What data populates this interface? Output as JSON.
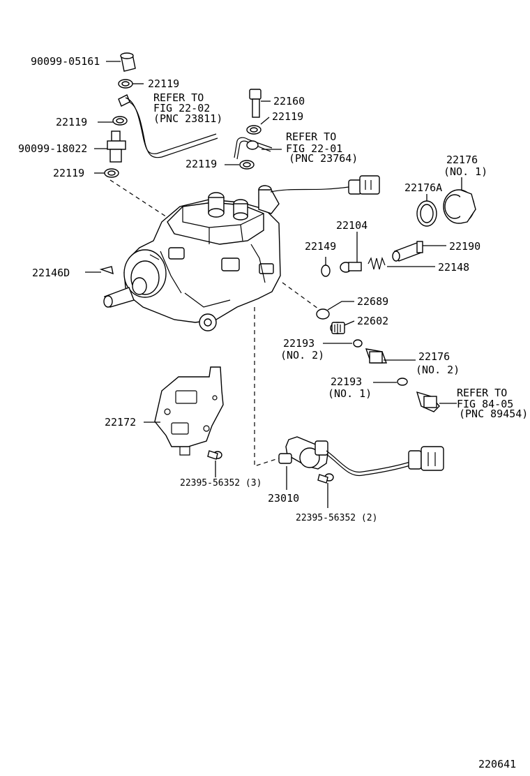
{
  "labels": {
    "p90099_05161": "90099-05161",
    "p22119_a": "22119",
    "refer_a_1": "REFER TO",
    "refer_a_2": "FIG 22-02",
    "refer_a_3": "(PNC 23811)",
    "p22119_b": "22119",
    "p90099_18022": "90099-18022",
    "p22119_c": "22119",
    "p22160": "22160",
    "p22119_d": "22119",
    "refer_b_1": "REFER TO",
    "refer_b_2": "FIG 22-01",
    "refer_b_3": "(PNC 23764)",
    "p22119_e": "22119",
    "p22176_top": "22176",
    "p22176_top_no": "(NO. 1)",
    "p22176A": "22176A",
    "p22104": "22104",
    "p22149": "22149",
    "p22190": "22190",
    "p22148": "22148",
    "p22146D": "22146D",
    "p22689": "22689",
    "p22602": "22602",
    "p22193_a": "22193",
    "p22193_a_no": "(NO. 2)",
    "p22176_b": "22176",
    "p22176_b_no": "(NO. 2)",
    "p22193_b": "22193",
    "p22193_b_no": "(NO. 1)",
    "refer_c_1": "REFER TO",
    "refer_c_2": "FIG 84-05",
    "refer_c_3": "(PNC 89454)",
    "p22172": "22172",
    "p22395_3": "22395-56352 (3)",
    "p23010": "23010",
    "p22395_2": "22395-56352 (2)",
    "figure_number": "220641"
  }
}
